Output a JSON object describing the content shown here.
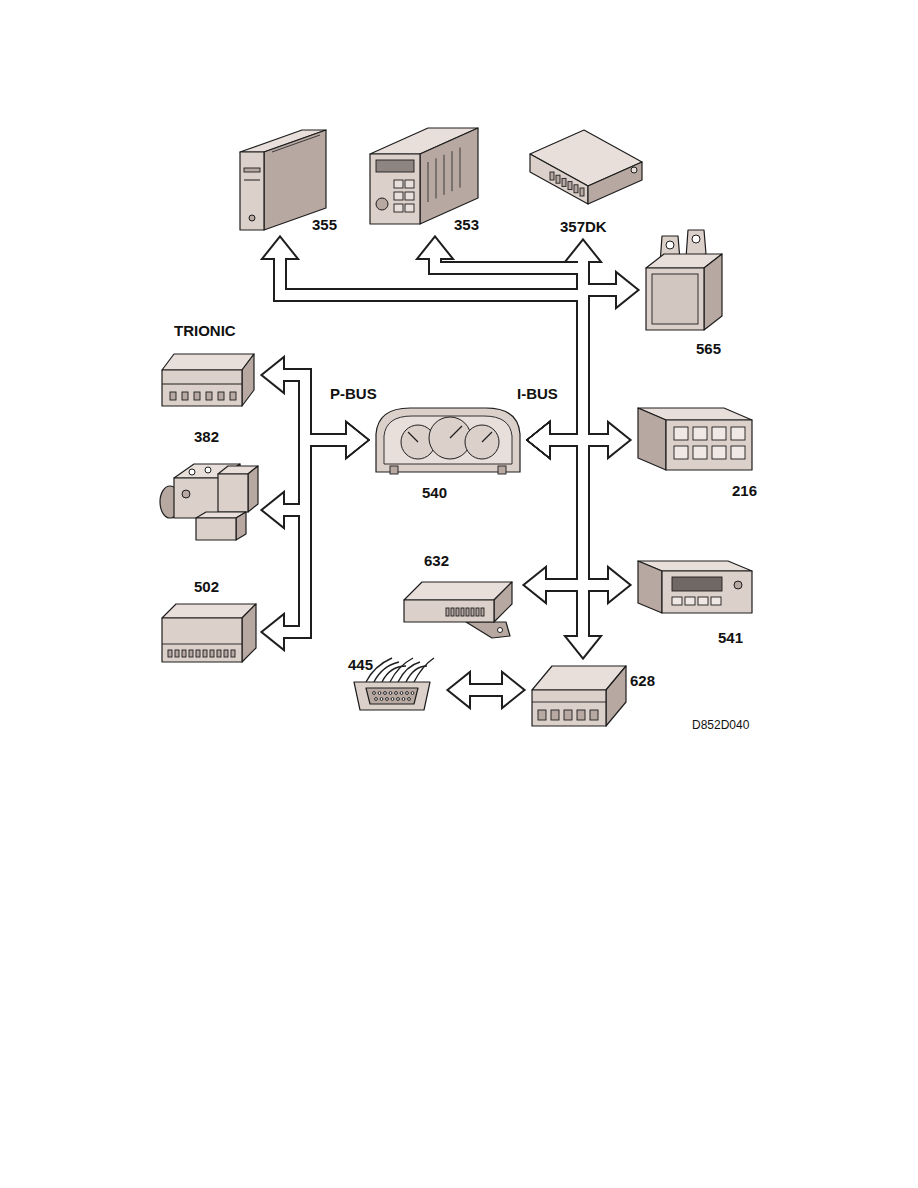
{
  "diagram": {
    "nodes": [
      {
        "text": [
          "355"
        ]
      },
      {
        "text": [
          "353"
        ]
      },
      {
        "text": [
          "357DK"
        ]
      },
      {
        "text": [
          "565"
        ]
      },
      {
        "text": [
          "TRIONIC"
        ]
      },
      {
        "text": [
          "540"
        ]
      },
      {
        "text": [
          "216"
        ]
      },
      {
        "text": [
          "382"
        ]
      },
      {
        "text": [
          "632"
        ]
      },
      {
        "text": [
          "541"
        ]
      },
      {
        "text": [
          "502"
        ]
      },
      {
        "text": [
          "445"
        ]
      },
      {
        "text": [
          "628"
        ]
      }
    ],
    "edges": [
      {
        "from": 5,
        "to": 4,
        "arrow": "both"
      },
      {
        "from": 5,
        "to": 7,
        "arrow": "both"
      },
      {
        "from": 5,
        "to": 10,
        "arrow": "both"
      },
      {
        "from": 5,
        "to": 0,
        "arrow": "both"
      },
      {
        "from": 5,
        "to": 1,
        "arrow": "both"
      },
      {
        "from": 5,
        "to": 2,
        "arrow": "both"
      },
      {
        "from": 5,
        "to": 3,
        "arrow": "both"
      },
      {
        "from": 5,
        "to": 6,
        "arrow": "both"
      },
      {
        "from": 5,
        "to": 8,
        "arrow": "both"
      },
      {
        "from": 5,
        "to": 9,
        "arrow": "both"
      },
      {
        "from": 5,
        "to": 12,
        "arrow": "both"
      },
      {
        "from": 11,
        "to": 12,
        "arrow": "both"
      }
    ],
    "labels": [
      "P-BUS",
      "I-BUS",
      "D852D040"
    ]
  }
}
